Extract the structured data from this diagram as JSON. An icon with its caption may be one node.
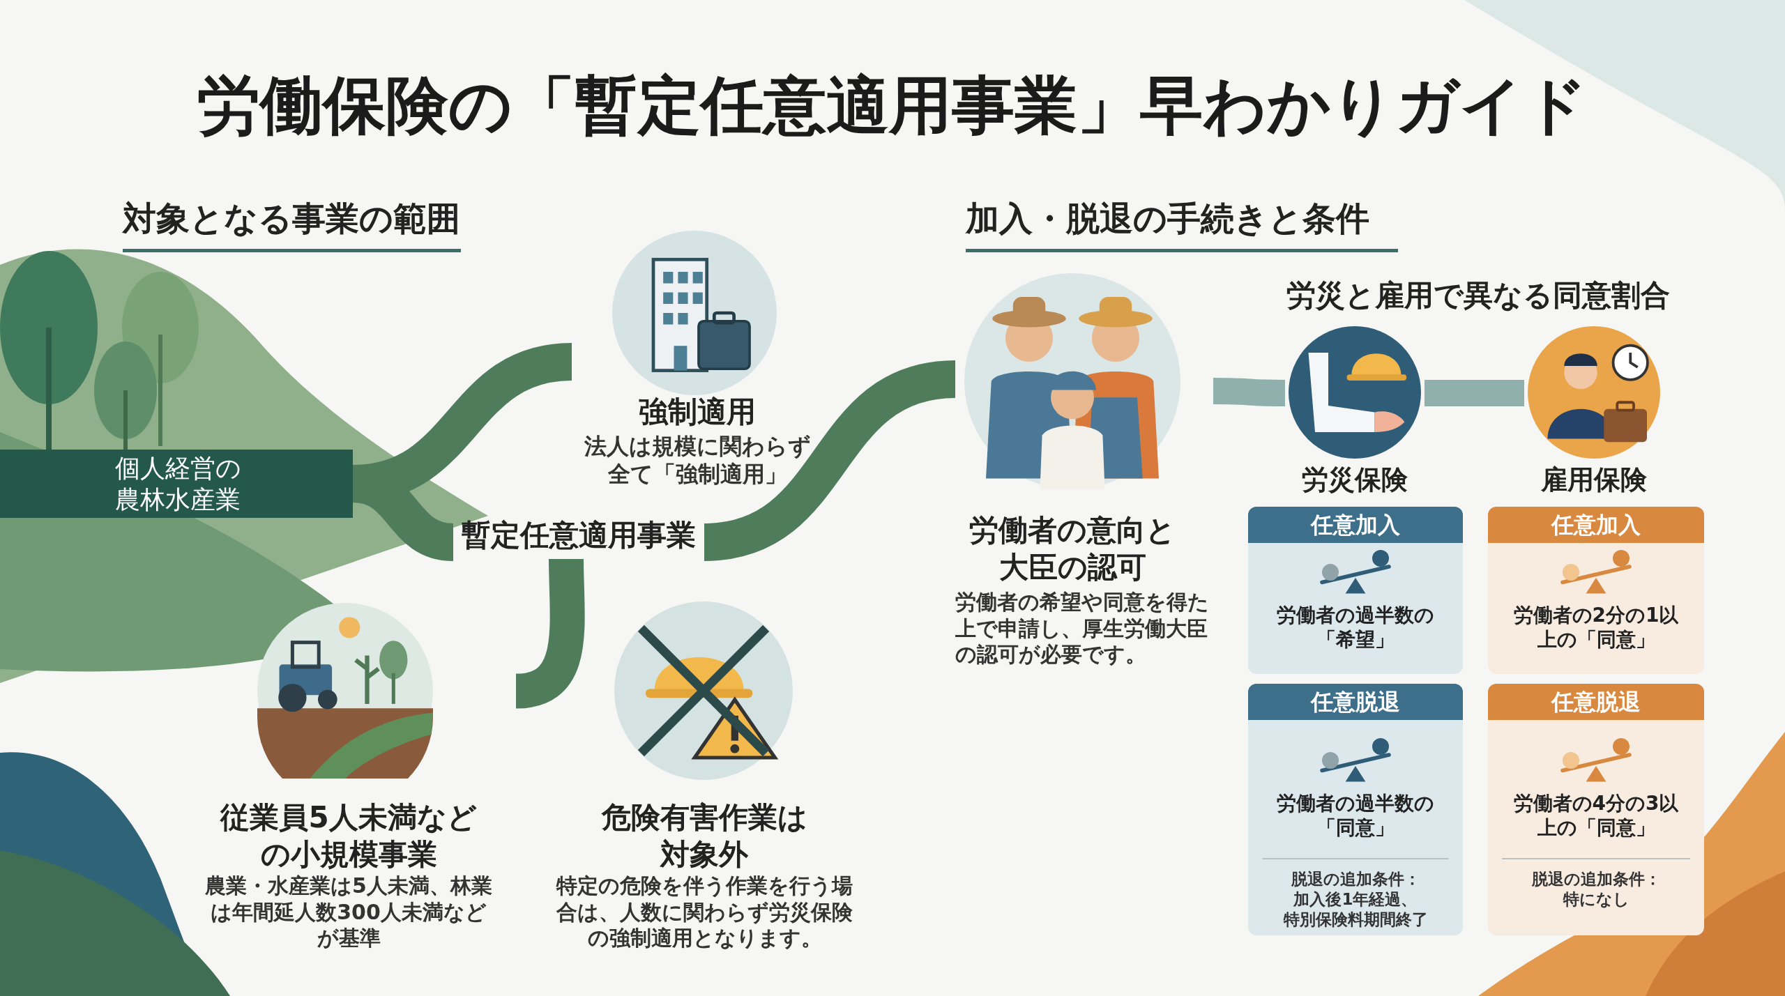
{
  "diagram": {
    "title": "労働保険の「暫定任意適用事業」早わかりガイド",
    "nodes": [
      {
        "text": [
          "個人経営の農林水産業"
        ]
      },
      {
        "text": [
          "強制適用",
          "法人は規模に関わらず全て「強制適用」"
        ]
      },
      {
        "text": [
          "暫定任意適用事業"
        ]
      },
      {
        "text": [
          "従業員5人未満などの小規模事業",
          "農業・水産業は5人未満、林業は年間延人数300人未満などが基準"
        ]
      },
      {
        "text": [
          "危険有害作業は対象外",
          "特定の危険を伴う作業を行う場合は、人数に関わらず労災保険の強制適用となります。"
        ]
      },
      {
        "text": [
          "労働者の意向と大臣の認可",
          "労働者の希望や同意を得た上で申請し、厚生労働大臣の認可が必要です。"
        ]
      },
      {
        "text": [
          "労災保険"
        ]
      },
      {
        "text": [
          "雇用保険"
        ]
      },
      {
        "text": [
          "任意加入",
          "労働者の過半数の「希望」"
        ]
      },
      {
        "text": [
          "任意加入",
          "労働者の2分の1以上の「同意」"
        ]
      },
      {
        "text": [
          "任意脱退",
          "労働者の過半数の「同意」",
          "脱退の追加条件：加入後1年経過、特別保険料期間終了"
        ]
      },
      {
        "text": [
          "任意脱退",
          "労働者の4分の3以上の「同意」",
          "脱退の追加条件：特になし"
        ]
      }
    ],
    "edges": [
      {
        "from": 0,
        "to": 1,
        "arrow": "none"
      },
      {
        "from": 0,
        "to": 2,
        "arrow": "none"
      },
      {
        "from": 2,
        "to": 3,
        "arrow": "none"
      },
      {
        "from": 2,
        "to": 5,
        "arrow": "none"
      },
      {
        "from": 5,
        "to": 6,
        "arrow": "none",
        "color": "#8fb0ad"
      },
      {
        "from": 6,
        "to": 7,
        "arrow": "none",
        "color": "#8fb0ad"
      }
    ],
    "labels": [
      "対象となる事業の範囲",
      "加入・脱退の手続きと条件",
      "労災と雇用で異なる同意割合"
    ]
  }
}
